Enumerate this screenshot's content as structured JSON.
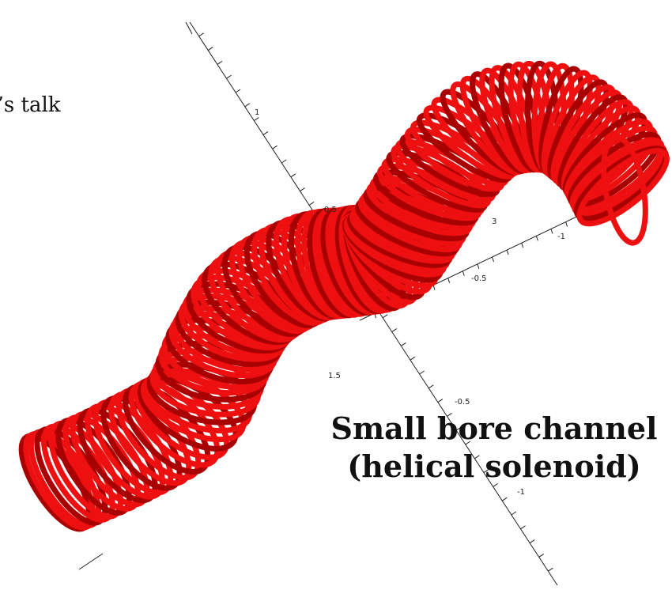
{
  "caption": "m’s talk",
  "title_line1": "Small bore channel",
  "title_line2": "(helical solenoid)",
  "axis_labels": [
    "1",
    "0.5",
    "1.5",
    "3",
    "-1",
    "-0.5",
    "-0.5",
    "-1"
  ],
  "colors": {
    "coil": "#ee1010",
    "coil_dark": "#a80000",
    "axis": "#222222"
  }
}
